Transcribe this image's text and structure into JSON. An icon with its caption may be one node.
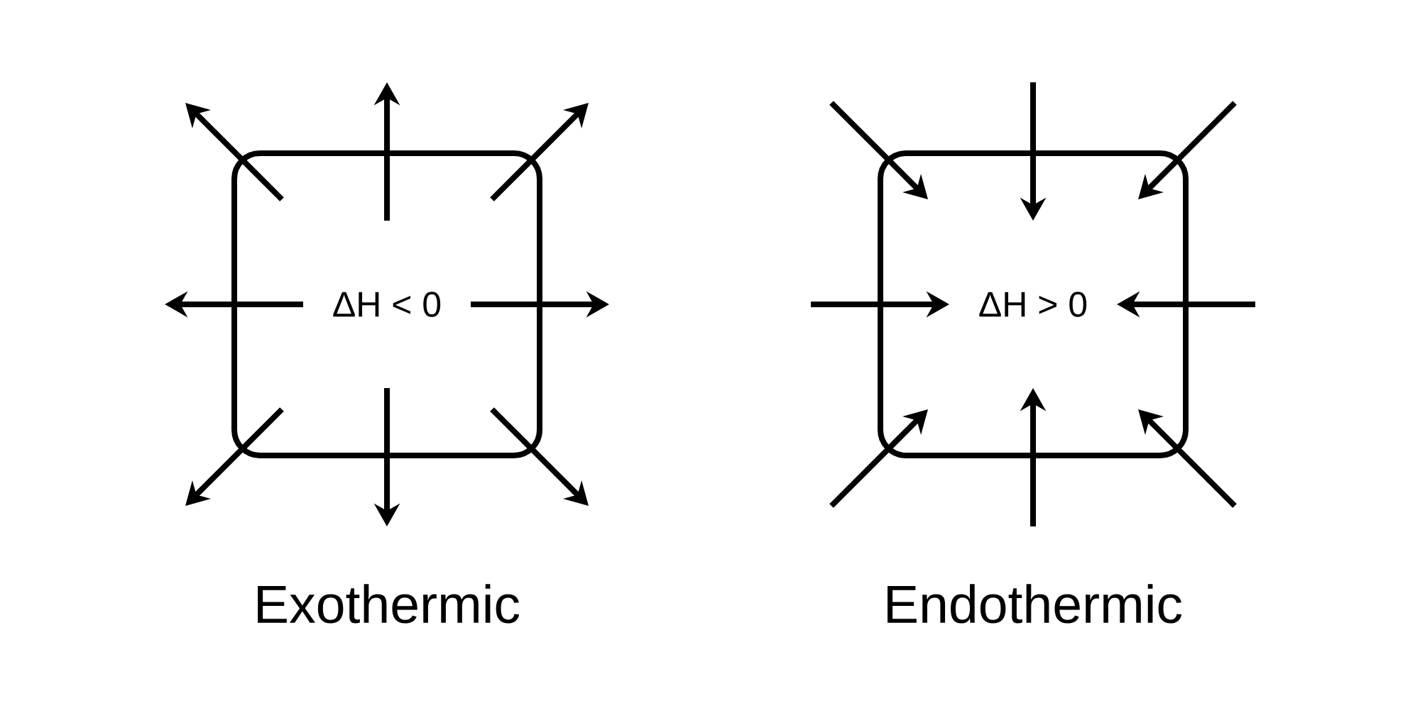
{
  "diagram": {
    "nodes": [
      {
        "text": [
          "ΔH < 0"
        ],
        "beside": [
          "Exothermic"
        ]
      },
      {
        "text": [
          "ΔH > 0"
        ],
        "beside": [
          "Endothermic"
        ]
      }
    ],
    "edges": [
      {
        "from": 0,
        "to": null,
        "arrow": "to"
      },
      {
        "from": 0,
        "to": null,
        "arrow": "to"
      },
      {
        "from": 0,
        "to": null,
        "arrow": "to"
      },
      {
        "from": 0,
        "to": null,
        "arrow": "to"
      },
      {
        "from": 0,
        "to": null,
        "arrow": "to"
      },
      {
        "from": 0,
        "to": null,
        "arrow": "to"
      },
      {
        "from": 0,
        "to": null,
        "arrow": "to"
      },
      {
        "from": 0,
        "to": null,
        "arrow": "to"
      },
      {
        "from": null,
        "to": 1,
        "arrow": "to"
      },
      {
        "from": null,
        "to": 1,
        "arrow": "to"
      },
      {
        "from": null,
        "to": 1,
        "arrow": "to"
      },
      {
        "from": null,
        "to": 1,
        "arrow": "to"
      },
      {
        "from": null,
        "to": 1,
        "arrow": "to"
      },
      {
        "from": null,
        "to": 1,
        "arrow": "to"
      },
      {
        "from": null,
        "to": 1,
        "arrow": "to"
      },
      {
        "from": null,
        "to": 1,
        "arrow": "to"
      }
    ]
  }
}
